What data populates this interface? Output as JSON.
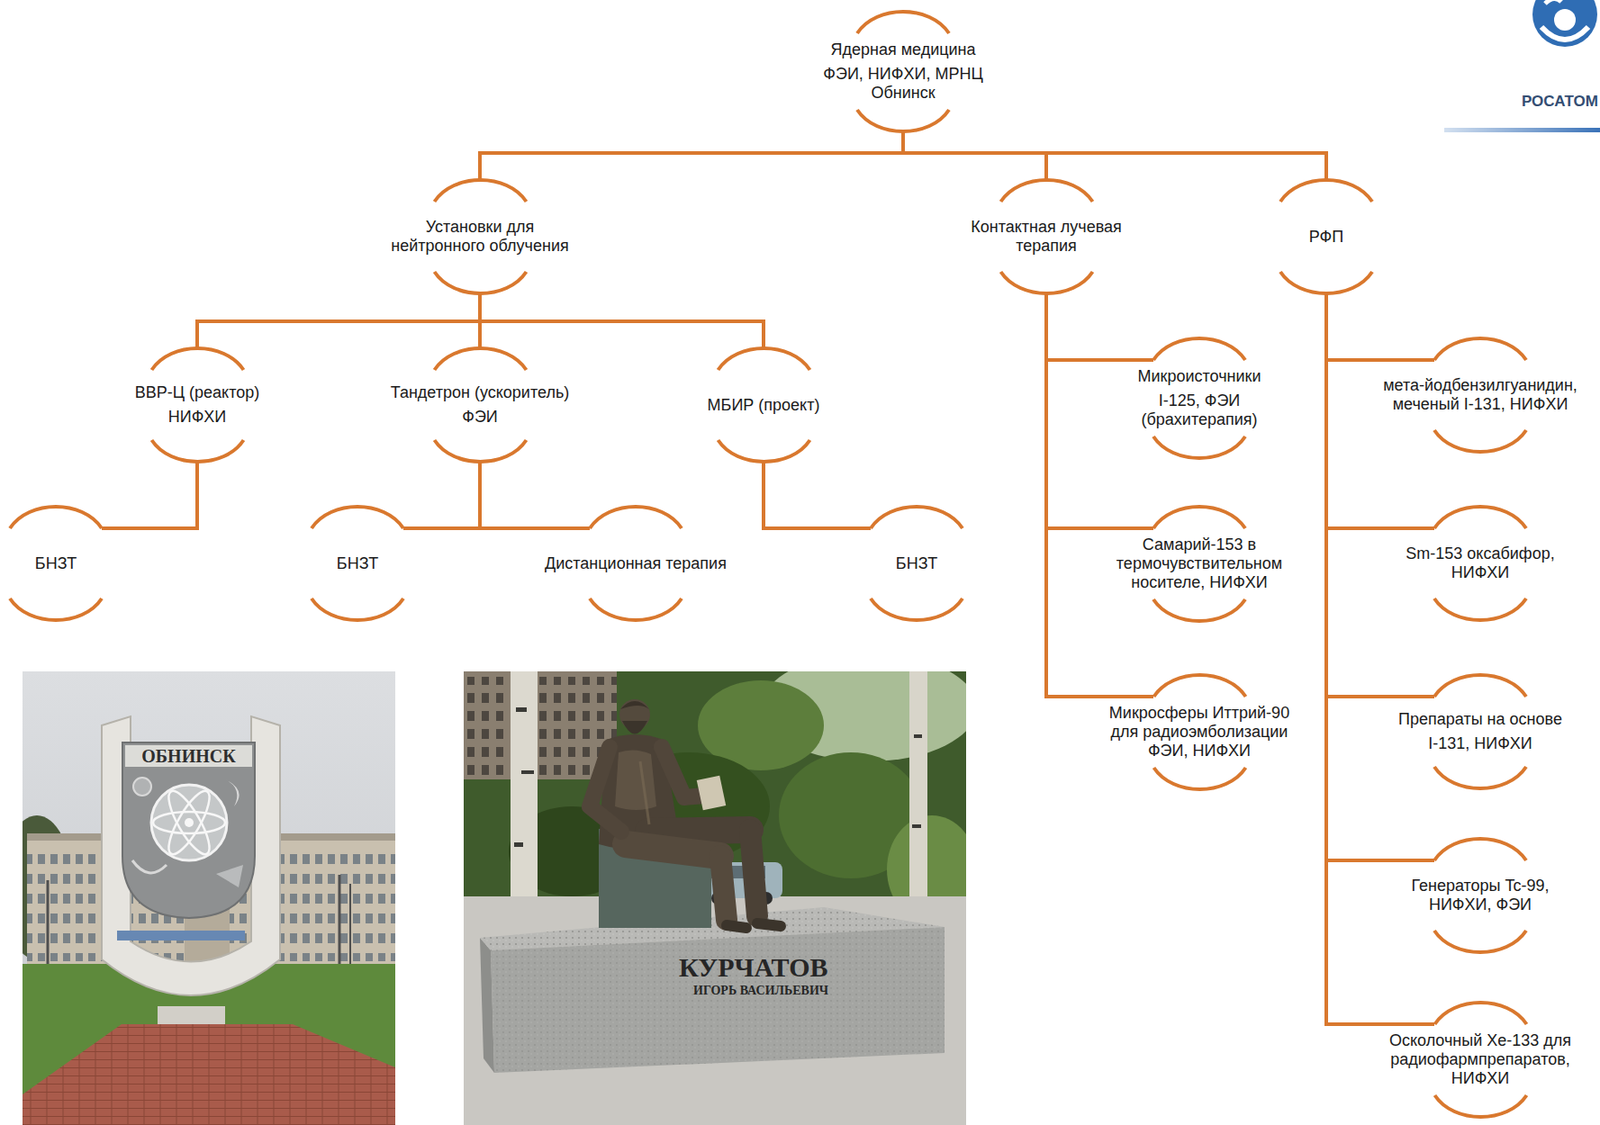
{
  "diagram": {
    "nodes": [
      {
        "text": [
          "Ядерная медицина",
          "ФЭИ, НИФХИ, МРНЦ Обнинск"
        ]
      },
      {
        "text": [
          "Установки для нейтронного облучения"
        ]
      },
      {
        "text": [
          "Контактная лучевая терапия"
        ]
      },
      {
        "text": [
          "РФП"
        ]
      },
      {
        "text": [
          "ВВР-Ц (реактор)",
          "НИФХИ"
        ]
      },
      {
        "text": [
          "Тандетрон (ускоритель)",
          "ФЭИ"
        ]
      },
      {
        "text": [
          "МБИР (проект)"
        ]
      },
      {
        "text": [
          "БНЗТ"
        ]
      },
      {
        "text": [
          "БНЗТ"
        ]
      },
      {
        "text": [
          "Дистанционная терапия"
        ]
      },
      {
        "text": [
          "БНЗТ"
        ]
      },
      {
        "text": [
          "Микроисточники",
          "I-125, ФЭИ (брахитерапия)"
        ]
      },
      {
        "text": [
          "Самарий-153 в термочувствительном носителе, НИФХИ"
        ]
      },
      {
        "text": [
          "Микросферы Иттрий-90 для радиоэмболизации ФЭИ, НИФХИ"
        ]
      },
      {
        "text": [
          "мета-йодбензилгуанидин, меченый I-131, НИФХИ"
        ]
      },
      {
        "text": [
          "Sm-153 оксабифор, НИФХИ"
        ]
      },
      {
        "text": [
          "Препараты на основе",
          "I-131, НИФХИ"
        ]
      },
      {
        "text": [
          "Генераторы Tc-99, НИФХИ, ФЭИ"
        ]
      },
      {
        "text": [
          "Осколочный Xe-133 для радиофармпрепаратов, НИФХИ"
        ]
      }
    ],
    "edges": [
      {
        "from": 0,
        "to": 1,
        "arrow": "none"
      },
      {
        "from": 0,
        "to": 2,
        "arrow": "none"
      },
      {
        "from": 0,
        "to": 3,
        "arrow": "none"
      },
      {
        "from": 1,
        "to": 4,
        "arrow": "none"
      },
      {
        "from": 1,
        "to": 5,
        "arrow": "none"
      },
      {
        "from": 1,
        "to": 6,
        "arrow": "none"
      },
      {
        "from": 4,
        "to": 7,
        "arrow": "none"
      },
      {
        "from": 5,
        "to": 8,
        "arrow": "none"
      },
      {
        "from": 5,
        "to": 9,
        "arrow": "none"
      },
      {
        "from": 6,
        "to": 10,
        "arrow": "none"
      },
      {
        "from": 2,
        "to": 11,
        "arrow": "none"
      },
      {
        "from": 2,
        "to": 12,
        "arrow": "none"
      },
      {
        "from": 2,
        "to": 13,
        "arrow": "none"
      },
      {
        "from": 3,
        "to": 14,
        "arrow": "none"
      },
      {
        "from": 3,
        "to": 15,
        "arrow": "none"
      },
      {
        "from": 3,
        "to": 16,
        "arrow": "none"
      },
      {
        "from": 3,
        "to": 17,
        "arrow": "none"
      },
      {
        "from": 3,
        "to": 18,
        "arrow": "none"
      }
    ],
    "labels": [
      "РОСАТОМ",
      "ОБНИНСК",
      "КУРЧАТОВ",
      "ИГОРЬ ВАСИЛЬЕВИЧ"
    ]
  }
}
